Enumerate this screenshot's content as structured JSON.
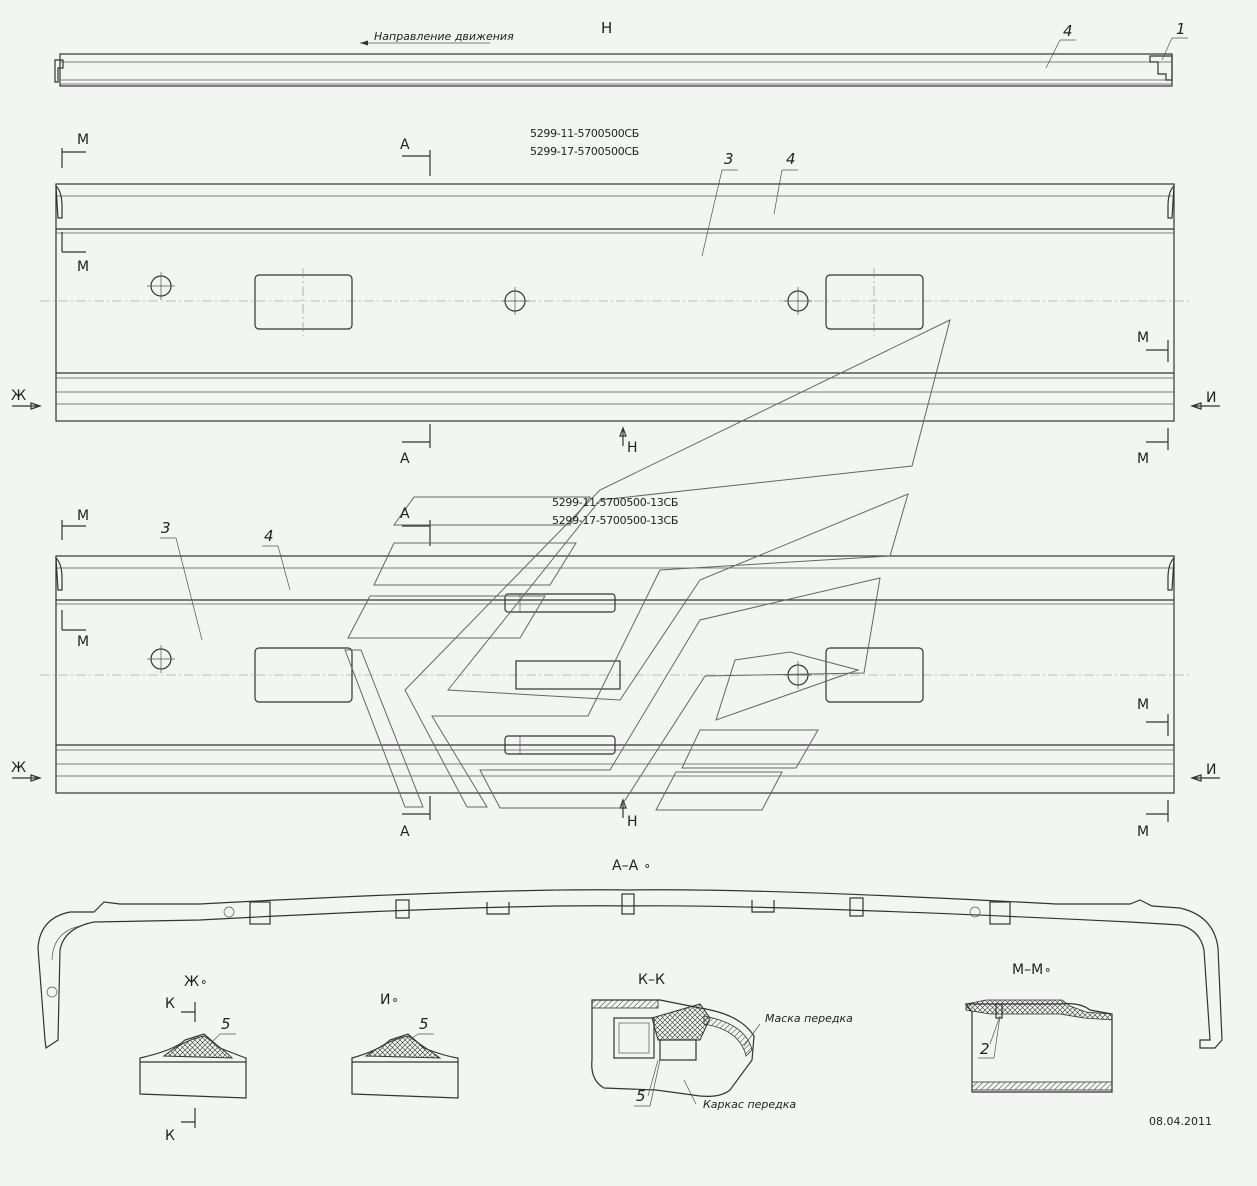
{
  "drawing": {
    "view_marker_top": "Н",
    "direction_of_travel": "Направление движения",
    "view1_part_numbers": [
      "5299-11-5700500СБ",
      "5299-17-5700500СБ"
    ],
    "view2_part_numbers": [
      "5299-11-5700500-13СБ",
      "5299-17-5700500-13СБ"
    ],
    "section_marks": {
      "A": "А",
      "M": "М",
      "N": "Н",
      "Zh": "Ж",
      "I": "И",
      "K": "К"
    },
    "positions": {
      "p1": "1",
      "p2": "2",
      "p3": "3",
      "p4": "4",
      "p5": "5"
    },
    "section_titles": {
      "aa": "А–А",
      "zh": "Ж",
      "i": "И",
      "kk": "К–К",
      "mm": "М–М"
    },
    "callouts": {
      "mask": "Маска передка",
      "frame": "Каркас передка"
    },
    "date": "08.04.2011"
  }
}
